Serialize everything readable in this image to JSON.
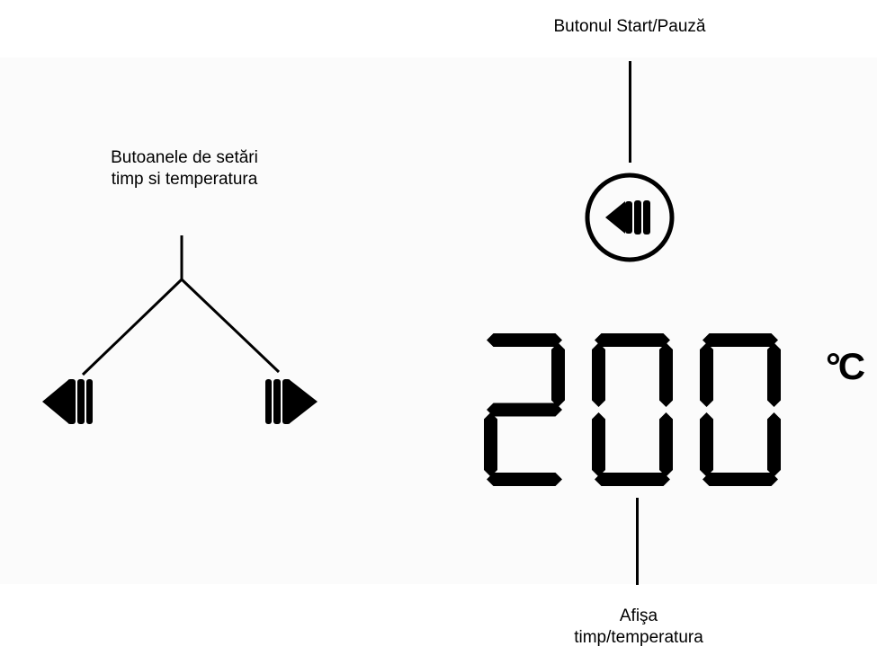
{
  "labels": {
    "start_pause": "Butonul Start/Pauză",
    "settings_line1": "Butoanele de setări",
    "settings_line2": "timp si temperatura",
    "display_line1": "Afişa",
    "display_line2": "timp/temperatura"
  },
  "display": {
    "digits": [
      "2",
      "0",
      "0"
    ],
    "unit": "°C"
  },
  "icons": {
    "start_pause": "play-pause-icon",
    "left": "arrow-left-icon",
    "right": "arrow-right-icon"
  },
  "colors": {
    "background": "#ffffff",
    "panel": "#fbfbfb",
    "ink": "#000000"
  }
}
